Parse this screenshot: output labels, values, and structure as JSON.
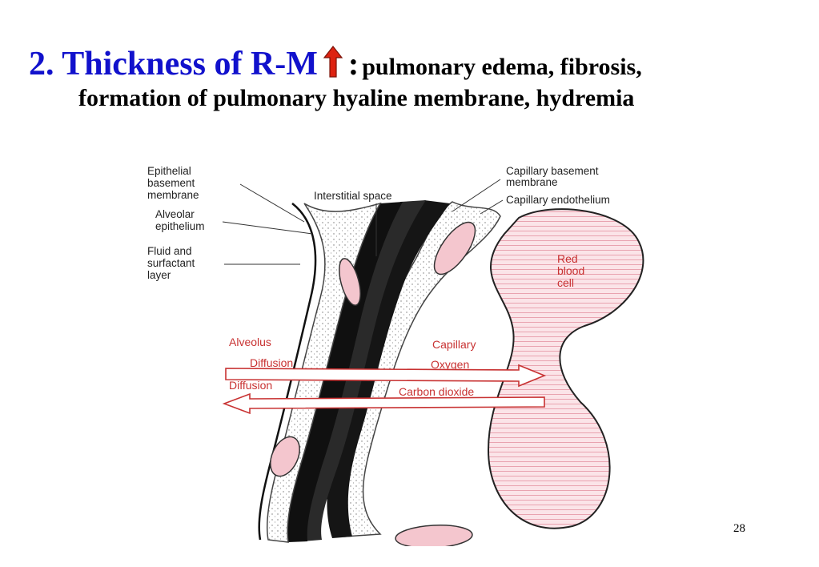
{
  "slide": {
    "title_lead": "2.  Thickness of R-M",
    "title_colon": ":",
    "title_rest": "pulmonary edema, fibrosis,",
    "title_line2": "formation of pulmonary hyaline membrane, hydremia",
    "arrow_icon": "up-arrow-icon",
    "arrow_color": "#dd2211",
    "page_number": "28"
  },
  "diagram": {
    "labels_left": [
      [
        "Epithelial",
        "basement",
        "membrane"
      ],
      [
        "Alveolar",
        "epithelium"
      ],
      [
        "Fluid and",
        "surfactant",
        "layer"
      ]
    ],
    "label_interstitial": "Interstitial space",
    "label_cap_basement": [
      "Capillary basement",
      "membrane"
    ],
    "label_cap_endothelium": "Capillary endothelium",
    "label_rbc": [
      "Red",
      "blood",
      "cell"
    ],
    "label_alveolus": "Alveolus",
    "label_capillary": "Capillary",
    "label_diffusion_1": "Diffusion",
    "label_oxygen": "Oxygen",
    "label_diffusion_2": "Diffusion",
    "label_co2": "Carbon dioxide",
    "colors": {
      "red_text": "#c83232",
      "rbc_fill": "#f8d3da",
      "membrane": "#111111"
    }
  }
}
